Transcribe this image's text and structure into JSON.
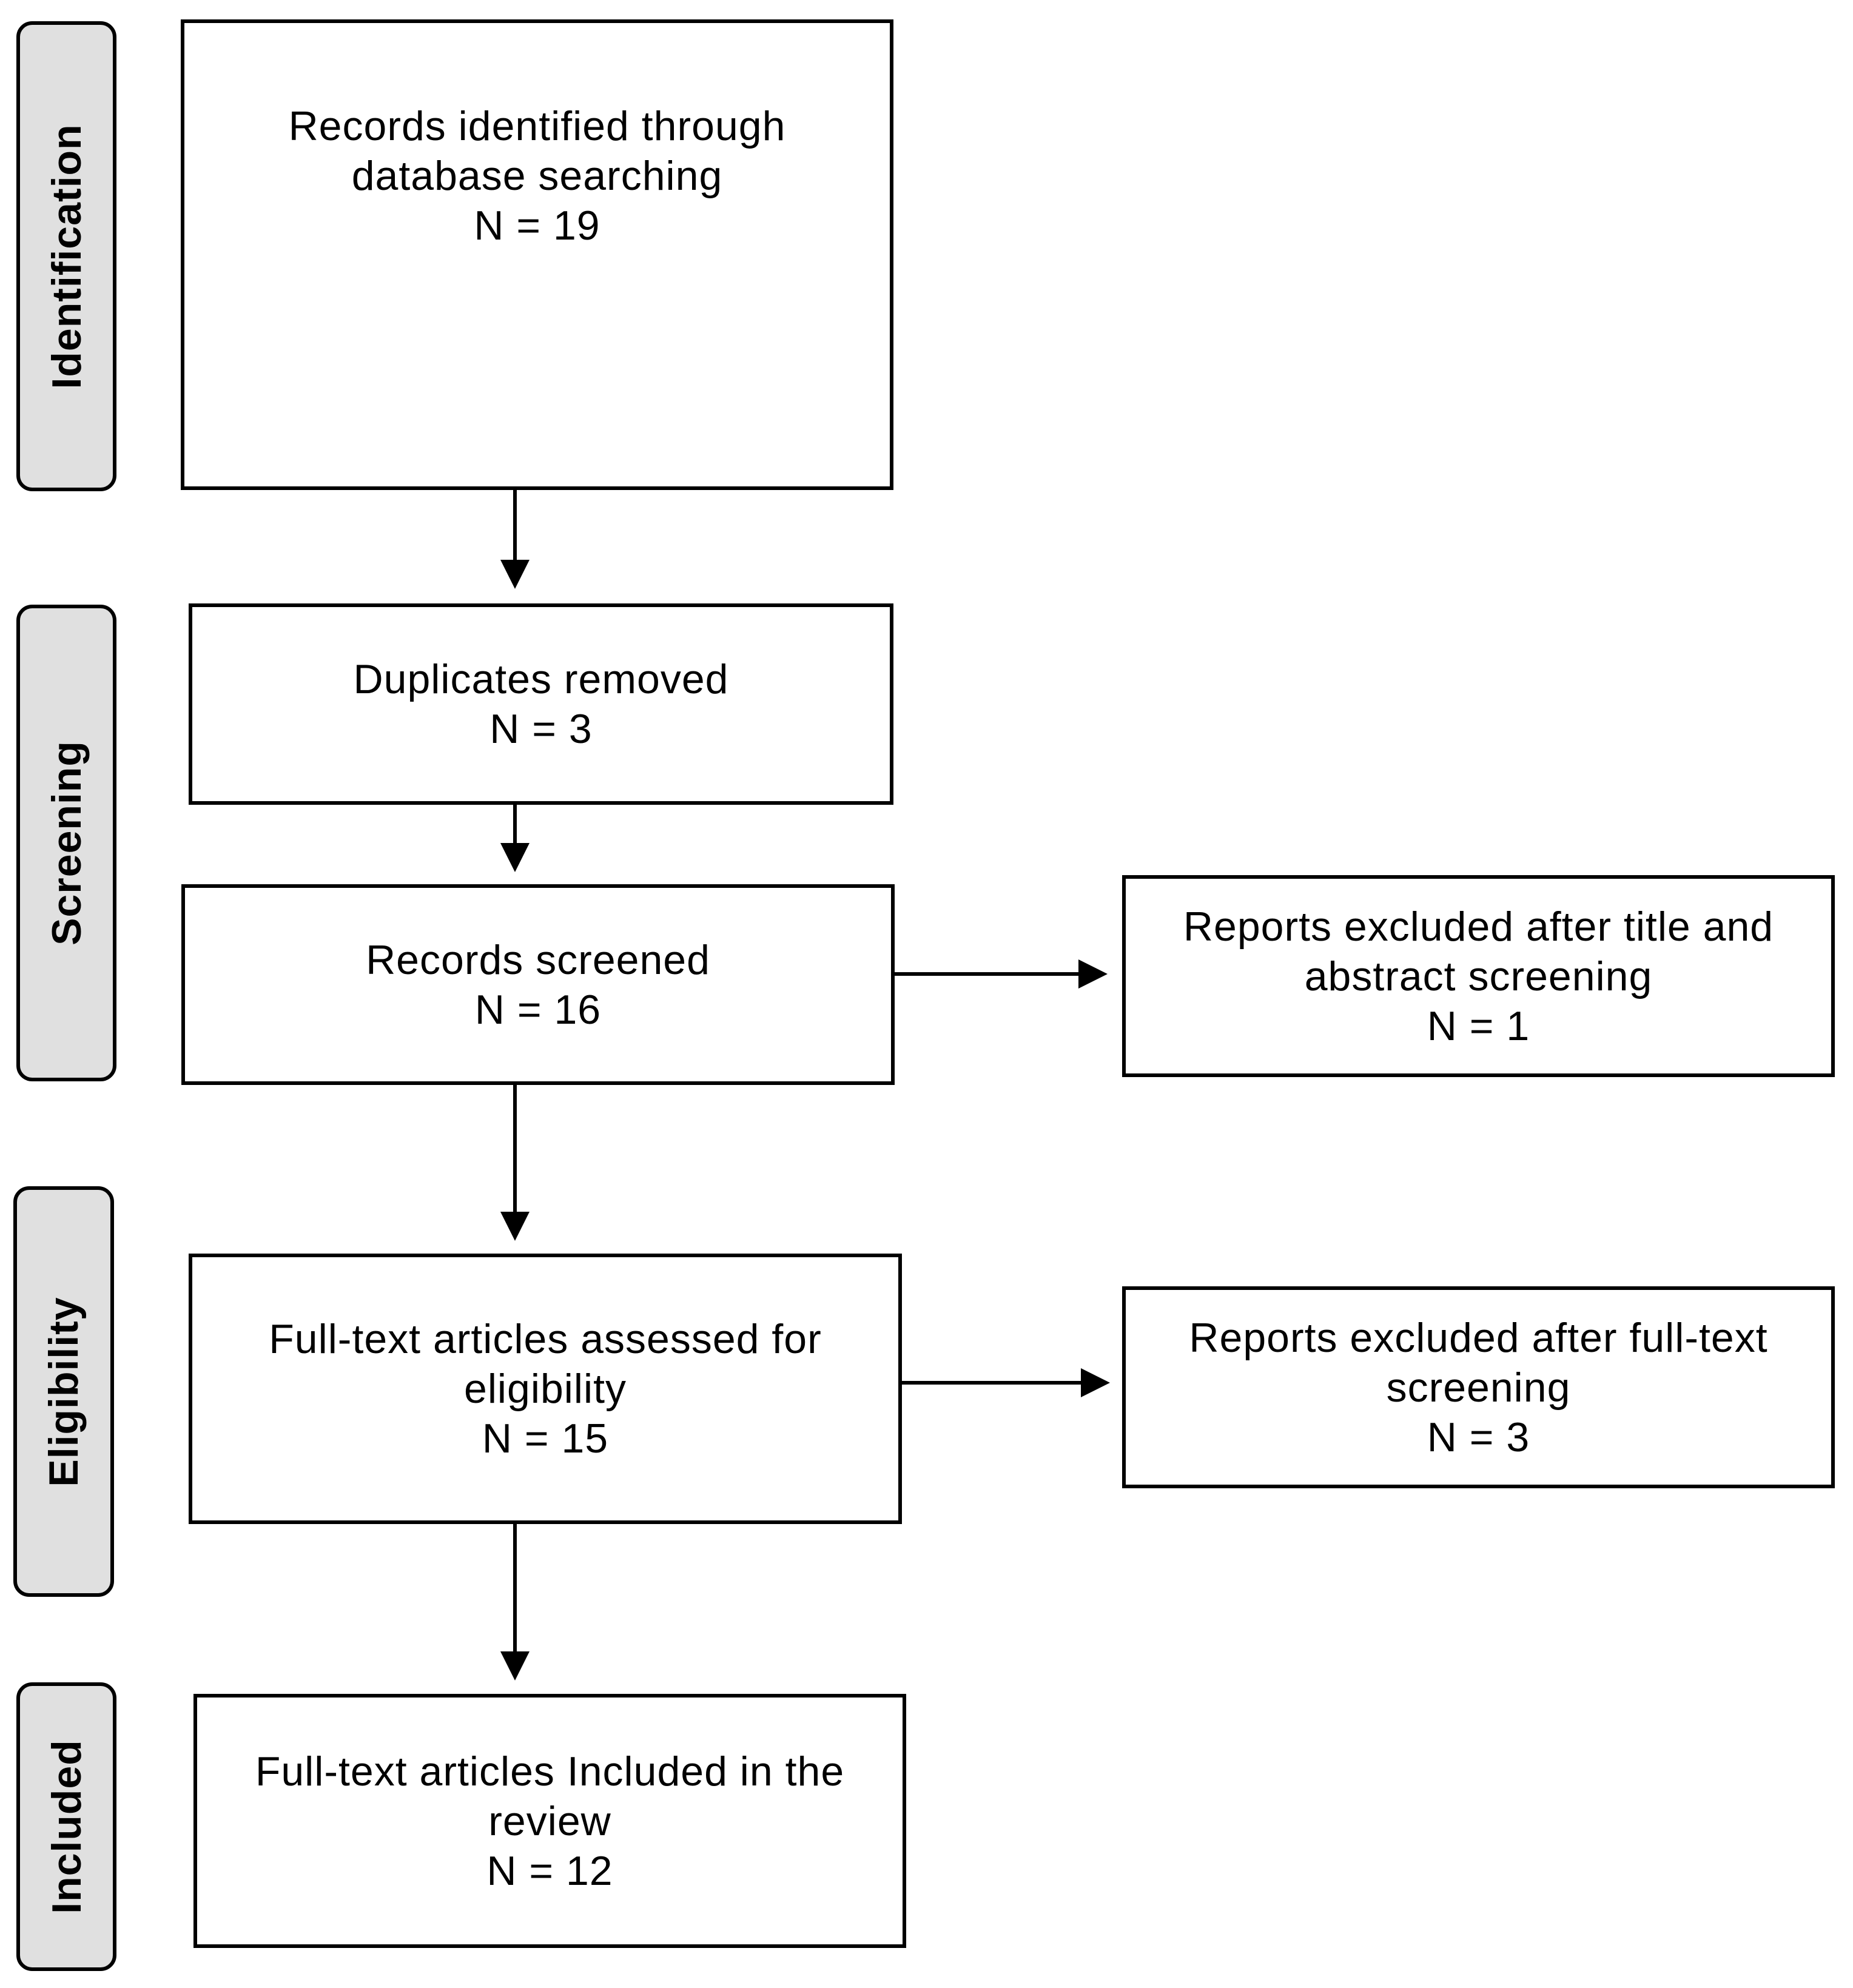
{
  "stages": {
    "identification": "Identification",
    "screening": "Screening",
    "eligibility": "Eligibility",
    "included": "Included"
  },
  "boxes": {
    "identified": {
      "lines": [
        "Records identified through",
        "database searching"
      ],
      "count": "N = 19"
    },
    "duplicates": {
      "lines": [
        "Duplicates removed"
      ],
      "count": "N = 3"
    },
    "screened": {
      "lines": [
        "Records screened"
      ],
      "count": "N = 16"
    },
    "excluded_title": {
      "lines": [
        "Reports excluded after title and",
        "abstract screening"
      ],
      "count": "N = 1"
    },
    "fulltext_assessed": {
      "lines": [
        "Full-text articles assessed for",
        "eligibility"
      ],
      "count": "N = 15"
    },
    "excluded_fulltext": {
      "lines": [
        "Reports excluded after full-text",
        "screening"
      ],
      "count": "N = 3"
    },
    "included": {
      "lines": [
        "Full-text articles Included in the",
        "review"
      ],
      "count": "N = 12"
    }
  },
  "colors": {
    "stage_fill": "#e0e0e0",
    "stroke": "#000000",
    "box_fill": "#ffffff"
  }
}
